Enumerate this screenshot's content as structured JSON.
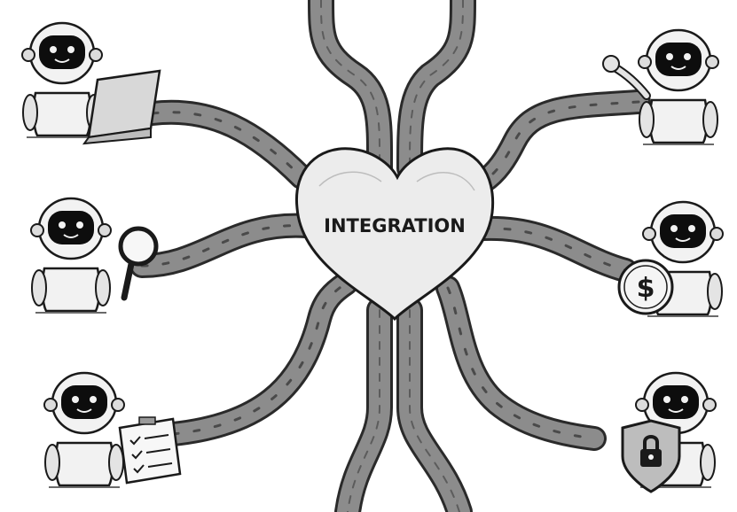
{
  "center": {
    "label": "INTEGRATION"
  },
  "robots": [
    {
      "id": "robot-laptop",
      "prop": "laptop-icon",
      "position_word": "top-left"
    },
    {
      "id": "robot-magnifier",
      "prop": "magnifying-glass-icon",
      "position_word": "middle-left"
    },
    {
      "id": "robot-checklist",
      "prop": "checklist-icon",
      "position_word": "bottom-left"
    },
    {
      "id": "robot-waving",
      "prop": "waving-hand-icon",
      "position_word": "top-right"
    },
    {
      "id": "robot-dollar",
      "prop": "dollar-coin-icon",
      "position_word": "middle-right"
    },
    {
      "id": "robot-lock",
      "prop": "shield-lock-icon",
      "position_word": "bottom-right"
    }
  ],
  "props": {
    "dollar_symbol": "$"
  },
  "style": {
    "ink": "#1a1a1a",
    "pipe_fill": "#8c8c8c",
    "pipe_edge": "#2a2a2a",
    "heart_fill": "#ececec",
    "visor": "#0d0d0d",
    "body_fill": "#f2f2f2"
  }
}
